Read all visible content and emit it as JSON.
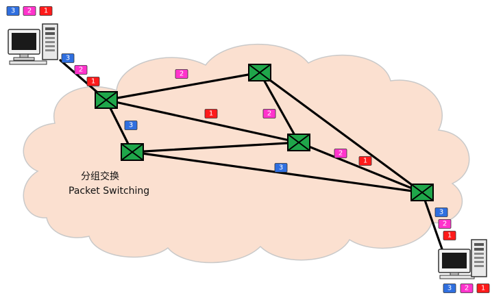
{
  "caption": {
    "line1": "分组交换",
    "line2": "Packet Switching"
  },
  "colors": {
    "cloud_fill": "#fbe0d0",
    "cloud_stroke": "#c9c9c9",
    "switch_fill": "#1fa64a",
    "link": "#000000",
    "packet_1": "#ff1a1a",
    "packet_2": "#ff33cc",
    "packet_3": "#2f6fe0"
  },
  "icons": {
    "computer": "desktop-computer-icon",
    "switch": "packet-switch-icon"
  },
  "packets": [
    {
      "id": "src-queue-3",
      "label": "3",
      "color": "packet_3"
    },
    {
      "id": "src-queue-2",
      "label": "2",
      "color": "packet_2"
    },
    {
      "id": "src-queue-1",
      "label": "1",
      "color": "packet_1"
    },
    {
      "id": "access-in-3",
      "label": "3",
      "color": "packet_3"
    },
    {
      "id": "access-in-2",
      "label": "2",
      "color": "packet_2"
    },
    {
      "id": "access-in-1",
      "label": "1",
      "color": "packet_1"
    },
    {
      "id": "link-a-b-2",
      "label": "2",
      "color": "packet_2"
    },
    {
      "id": "link-a-c-1",
      "label": "1",
      "color": "packet_1"
    },
    {
      "id": "link-b-c-2",
      "label": "2",
      "color": "packet_2"
    },
    {
      "id": "link-a-d-3",
      "label": "3",
      "color": "packet_3"
    },
    {
      "id": "link-c-e-2",
      "label": "2",
      "color": "packet_2"
    },
    {
      "id": "link-c-e-1",
      "label": "1",
      "color": "packet_1"
    },
    {
      "id": "link-d-e-3",
      "label": "3",
      "color": "packet_3"
    },
    {
      "id": "access-out-3",
      "label": "3",
      "color": "packet_3"
    },
    {
      "id": "access-out-2",
      "label": "2",
      "color": "packet_2"
    },
    {
      "id": "access-out-1",
      "label": "1",
      "color": "packet_1"
    },
    {
      "id": "dst-queue-3",
      "label": "3",
      "color": "packet_3"
    },
    {
      "id": "dst-queue-2",
      "label": "2",
      "color": "packet_2"
    },
    {
      "id": "dst-queue-1",
      "label": "1",
      "color": "packet_1"
    }
  ]
}
